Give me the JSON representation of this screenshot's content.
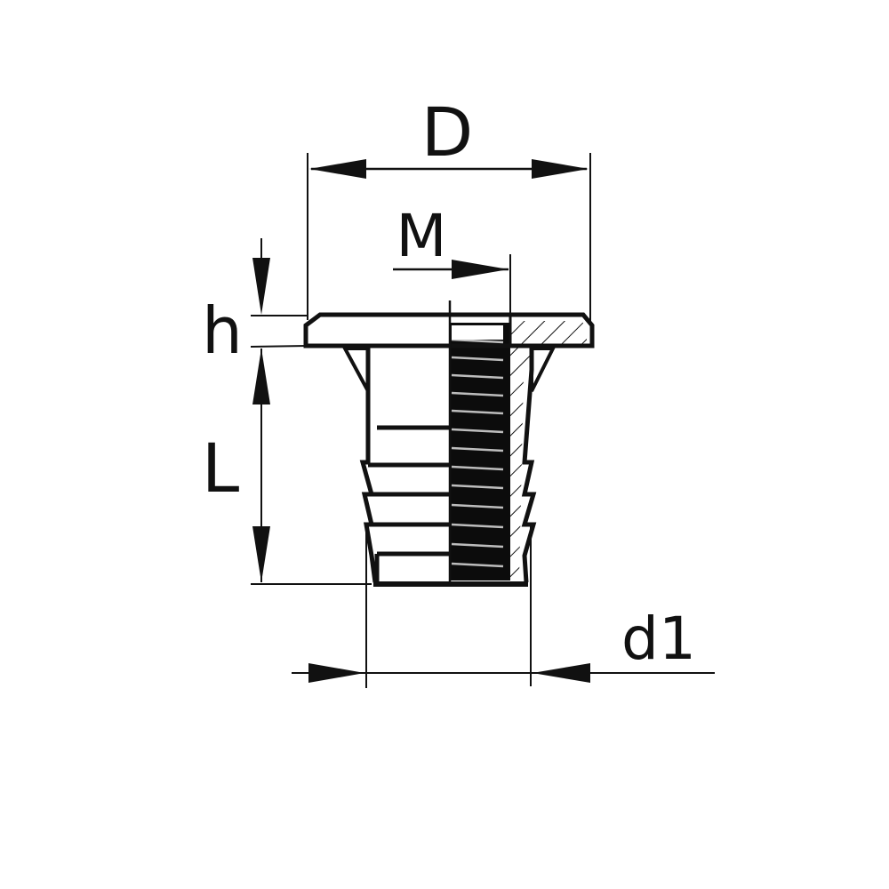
{
  "drawing": {
    "type": "technical-drawing",
    "subject": "flanged threaded insert (cross-section)",
    "colors": {
      "line": "#111111",
      "background": "#ffffff"
    }
  },
  "dimensions": {
    "D": {
      "label": "D",
      "meaning": "flange outer diameter"
    },
    "M": {
      "label": "M",
      "meaning": "thread size"
    },
    "h": {
      "label": "h",
      "meaning": "flange height"
    },
    "L": {
      "label": "L",
      "meaning": "body length"
    },
    "d1": {
      "label": "d1",
      "meaning": "body diameter"
    }
  }
}
